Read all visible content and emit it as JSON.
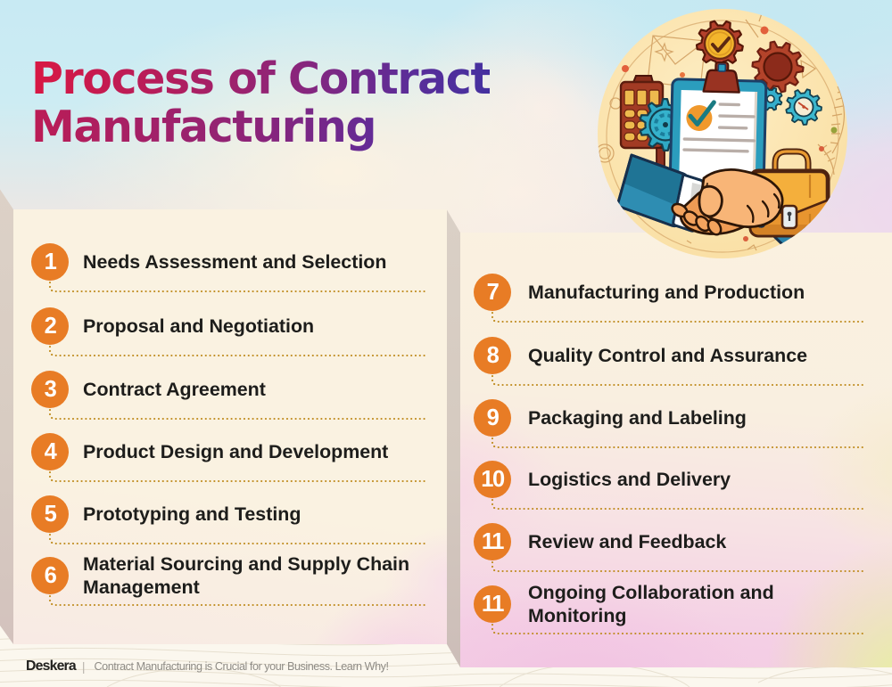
{
  "title": {
    "line1": "Process of Contract",
    "line2": "Manufacturing"
  },
  "columns": [
    {
      "name": "left",
      "items": [
        {
          "number": "1",
          "label": "Needs Assessment and Selection"
        },
        {
          "number": "2",
          "label": "Proposal and Negotiation"
        },
        {
          "number": "3",
          "label": "Contract Agreement"
        },
        {
          "number": "4",
          "label": "Product Design and Development"
        },
        {
          "number": "5",
          "label": "Prototyping and Testing"
        },
        {
          "number": "6",
          "label": "Material Sourcing and Supply Chain Management"
        }
      ]
    },
    {
      "name": "right",
      "items": [
        {
          "number": "7",
          "label": "Manufacturing and Production"
        },
        {
          "number": "8",
          "label": "Quality Control and Assurance"
        },
        {
          "number": "9",
          "label": "Packaging and Labeling"
        },
        {
          "number": "10",
          "label": "Logistics and Delivery"
        },
        {
          "number": "11",
          "label": "Review and Feedback"
        },
        {
          "number": "11",
          "label": "Ongoing Collaboration and Monitoring"
        }
      ]
    }
  ],
  "footer": {
    "brand": "Deskera",
    "divider": "|",
    "tagline": "Contract Manufacturing is Crucial for your Business. Learn Why!"
  },
  "illustration": {
    "alt": "contract-manufacturing-handshake-illustration",
    "elements": [
      "gear-icon",
      "medal-check-gear-icon",
      "organizer-icon",
      "clipboard-icon",
      "checkmark-badge-icon",
      "document-lines-icon",
      "briefcase-icon",
      "handshake-icon"
    ]
  },
  "colors": {
    "step_circle": "#E87C25",
    "dotted_line": "#BE8A1C",
    "panel_cream": "#FAF2E1",
    "title_gradient_start": "#E01946",
    "title_gradient_end": "#3F2FA8"
  }
}
